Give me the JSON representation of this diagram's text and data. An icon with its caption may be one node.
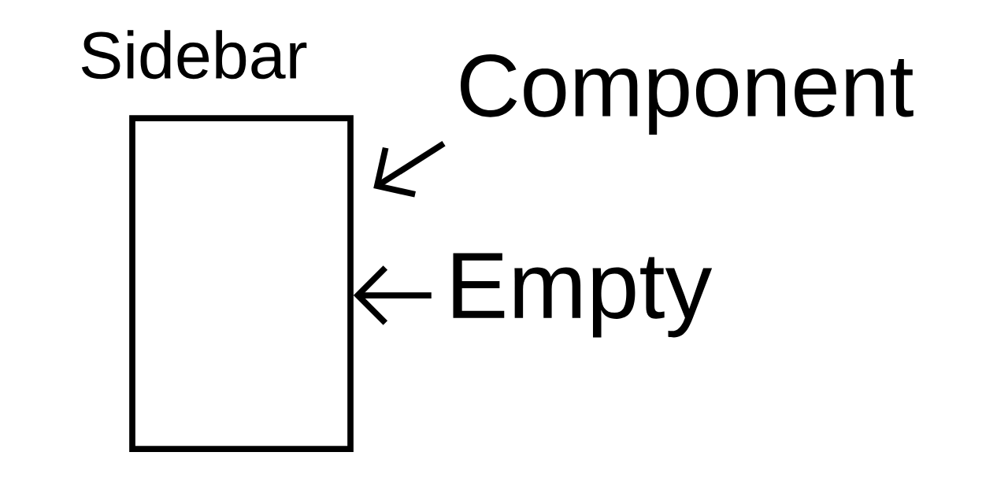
{
  "diagram": {
    "nodes": [
      {
        "text": [
          "Sidebar"
        ]
      },
      {
        "text": [
          "Component"
        ]
      },
      {
        "text": [
          "Empty"
        ]
      }
    ],
    "edges": [
      {
        "from": 1,
        "to": 0,
        "arrow": "to"
      },
      {
        "from": 2,
        "to": 0,
        "arrow": "to"
      }
    ]
  }
}
